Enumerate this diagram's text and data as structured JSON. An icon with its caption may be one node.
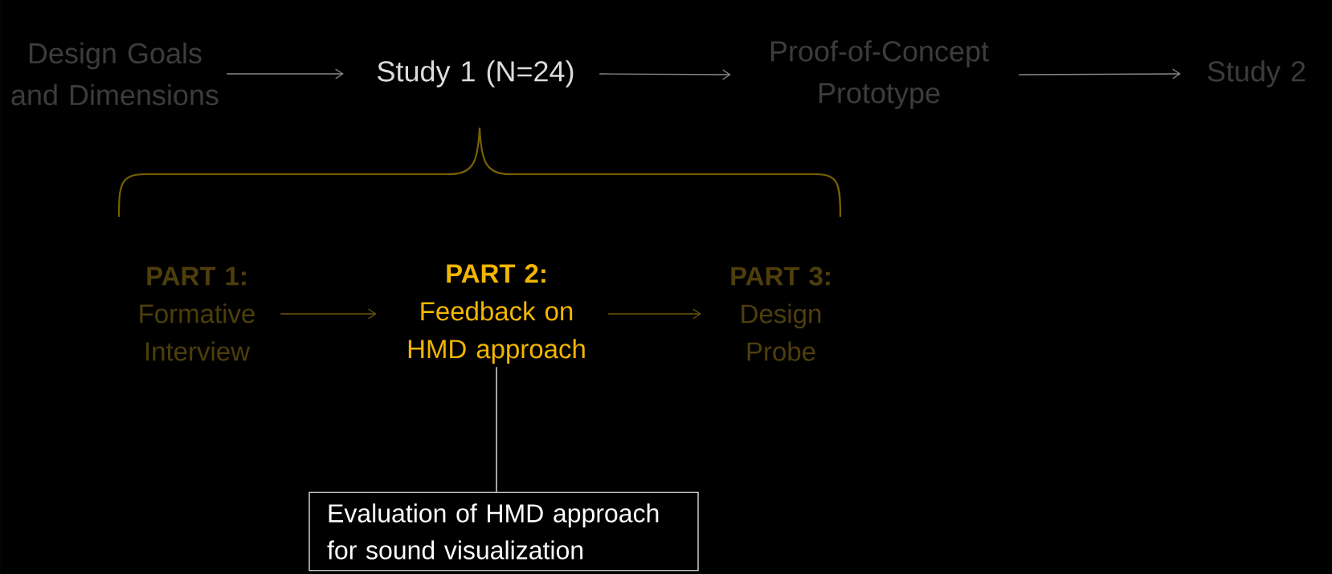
{
  "diagram": {
    "nodes": [
      {
        "text": [
          "Design Goals and Dimensions"
        ]
      },
      {
        "text": [
          "Study 1 (N=24)"
        ]
      },
      {
        "text": [
          "Proof-of-Concept Prototype"
        ]
      },
      {
        "text": [
          "Study 2"
        ]
      },
      {
        "text": [
          "PART 1:",
          "Formative Interview"
        ]
      },
      {
        "text": [
          "PART 2:",
          "Feedback on HMD approach"
        ]
      },
      {
        "text": [
          "PART 3:",
          "Design Probe"
        ]
      },
      {
        "text": [
          "Evaluation of HMD approach for sound visualization"
        ]
      }
    ],
    "edges": [
      {
        "from": 0,
        "to": 1,
        "arrow": "to"
      },
      {
        "from": 1,
        "to": 2,
        "arrow": "to"
      },
      {
        "from": 2,
        "to": 3,
        "arrow": "to"
      },
      {
        "from": 4,
        "to": 5,
        "arrow": "to",
        "color": "#6e5610"
      },
      {
        "from": 5,
        "to": 6,
        "arrow": "to",
        "color": "#6e5610"
      },
      {
        "from": 5,
        "to": 7,
        "arrow": "none",
        "color": "#ffffff"
      }
    ]
  }
}
